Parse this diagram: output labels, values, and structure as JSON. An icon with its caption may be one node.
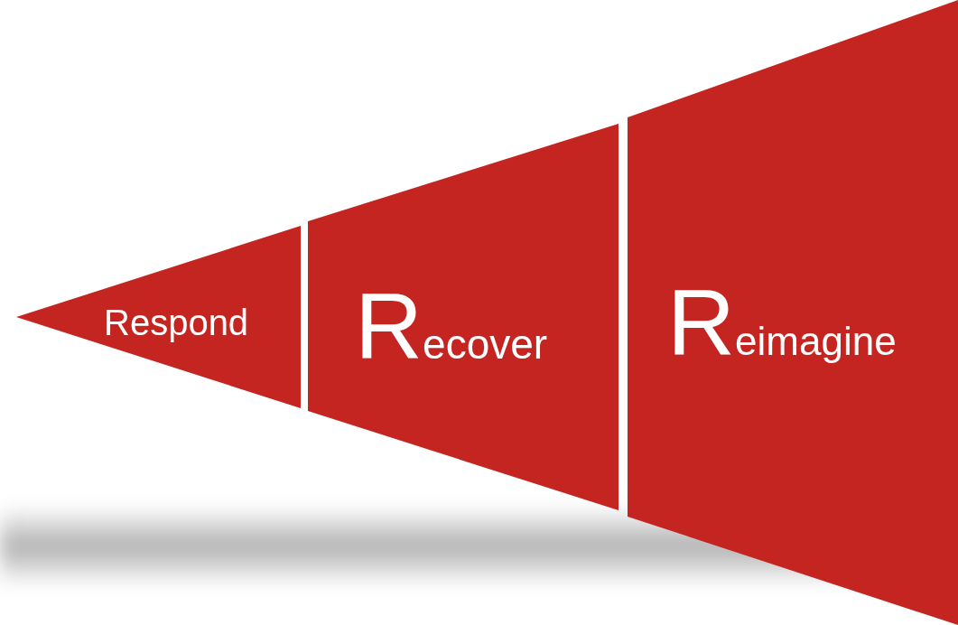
{
  "diagram": {
    "nodes": [
      {
        "text": [
          "Respond"
        ]
      },
      {
        "text": [
          "Recover"
        ]
      },
      {
        "text": [
          "Reimagine"
        ]
      }
    ]
  }
}
